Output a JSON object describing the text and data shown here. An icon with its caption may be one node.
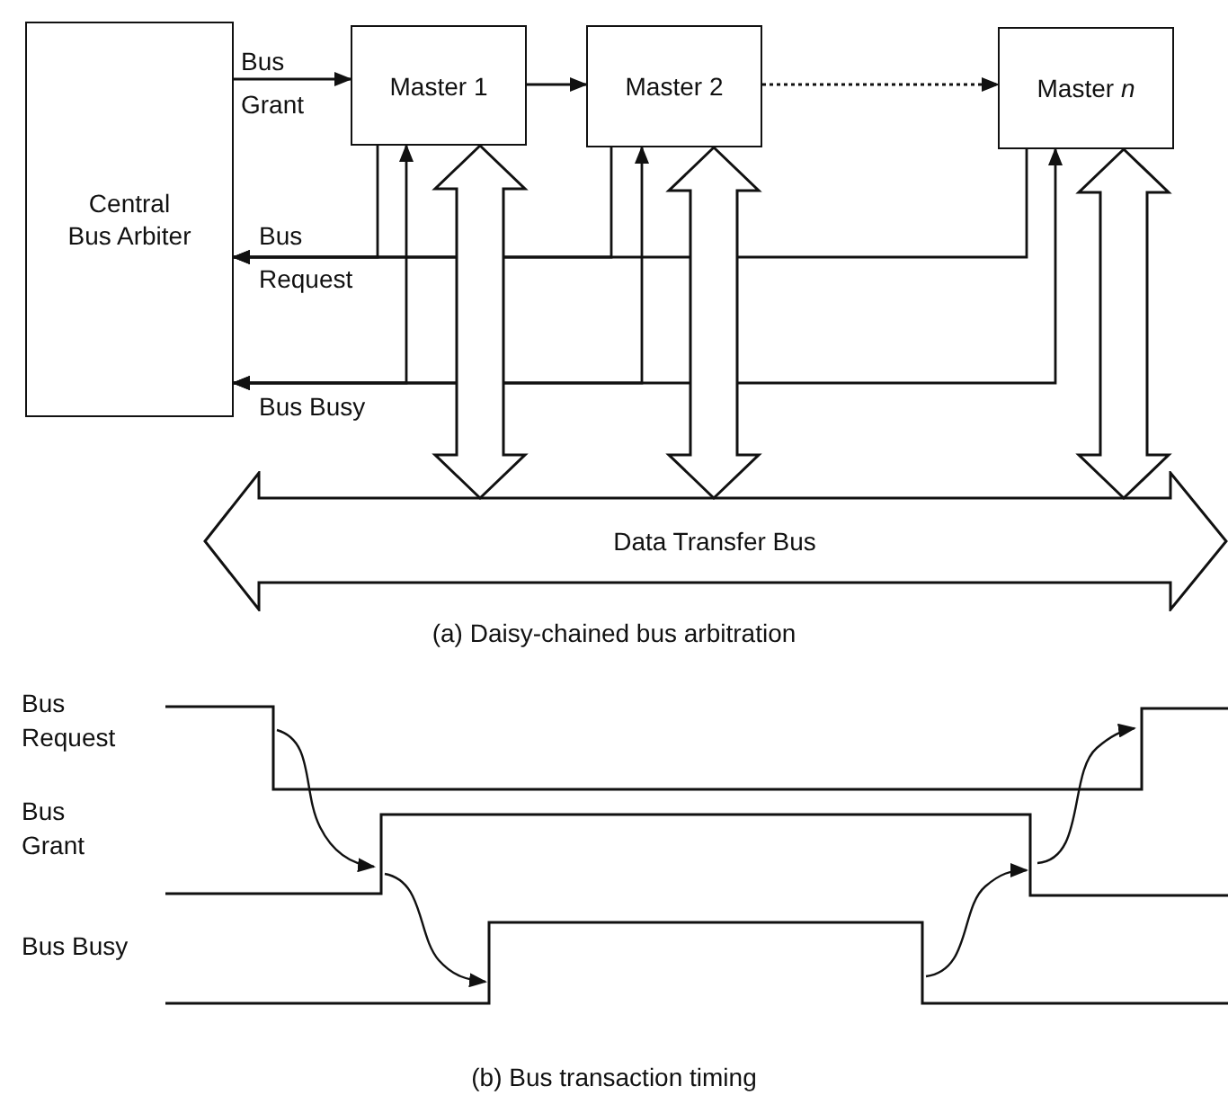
{
  "diagram": {
    "nodes": [
      {
        "text": [
          "Central Bus Arbiter"
        ]
      },
      {
        "text": [
          "Master 1"
        ]
      },
      {
        "text": [
          "Master 2"
        ]
      },
      {
        "text": [
          "Master *n*"
        ]
      },
      {
        "text": [
          "Data Transfer Bus"
        ]
      }
    ],
    "edges": [
      {
        "from": 0,
        "to": 1,
        "arrow": "to",
        "label": "Bus Grant"
      },
      {
        "from": 1,
        "to": 2,
        "arrow": "to"
      },
      {
        "from": 2,
        "to": 3,
        "arrow": "to",
        "style": "dashed"
      },
      {
        "from": 1,
        "to": 0,
        "arrow": "to",
        "label": "Bus Request"
      },
      {
        "from": 2,
        "to": 0,
        "arrow": "to"
      },
      {
        "from": 3,
        "to": 0,
        "arrow": "to"
      },
      {
        "from": 1,
        "to": 0,
        "arrow": "both",
        "label": "Bus Busy"
      },
      {
        "from": 2,
        "to": 0,
        "arrow": "both"
      },
      {
        "from": 3,
        "to": 0,
        "arrow": "both"
      },
      {
        "from": 1,
        "to": 4,
        "arrow": "both",
        "style": "thick"
      },
      {
        "from": 2,
        "to": 4,
        "arrow": "both",
        "style": "thick"
      },
      {
        "from": 3,
        "to": 4,
        "arrow": "both",
        "style": "thick"
      }
    ],
    "labels": [
      "(a) Daisy-chained bus arbitration",
      "Bus Request",
      "Bus Grant",
      "Bus Busy",
      "(b) Bus transaction timing"
    ]
  }
}
